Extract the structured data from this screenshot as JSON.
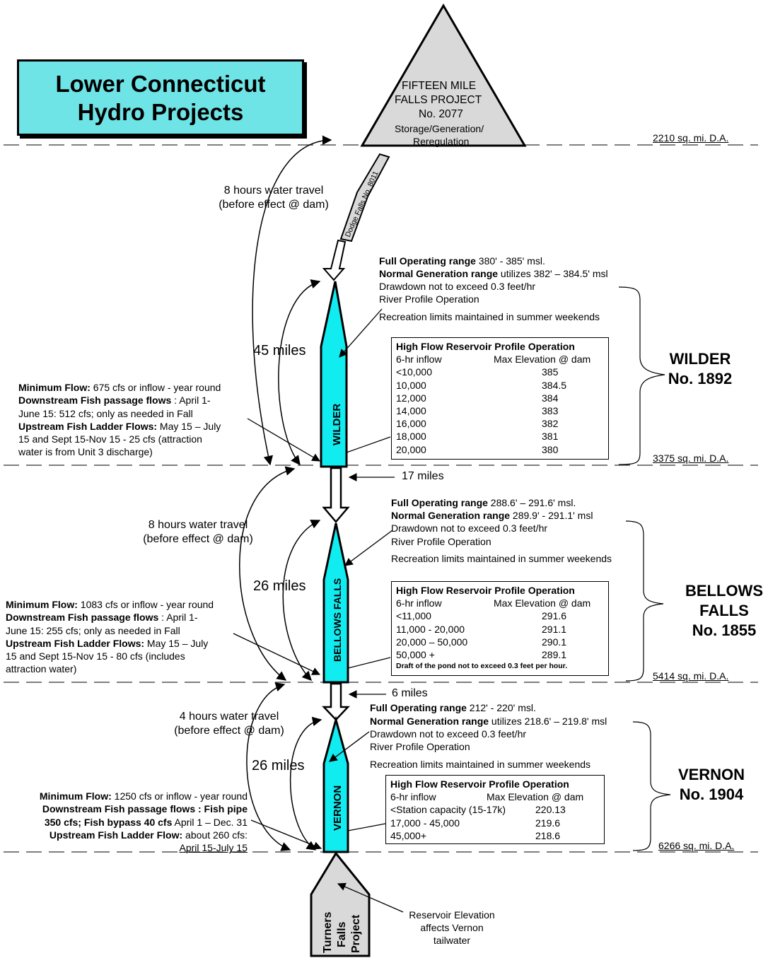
{
  "title": "Lower Connecticut Hydro Projects",
  "title_lines": [
    "Lower Connecticut",
    "Hydro Projects"
  ],
  "colors": {
    "title_fill": "#6ee4e6",
    "dam_fill": "#11ecf0",
    "gray_fill": "#d9d9d9"
  },
  "fifteen_mile": {
    "lines": [
      "FIFTEEN MILE",
      "FALLS PROJECT",
      "No. 2077",
      "Storage/Generation/",
      "Reregulation"
    ]
  },
  "dodge_falls": "Dodge Falls No. 8011",
  "turners_falls": [
    "Turners",
    "Falls",
    "Project"
  ],
  "turners_note": [
    "Reservoir Elevation",
    "affects Vernon",
    "tailwater"
  ],
  "drainage": {
    "top": "2210 sq. mi. D.A.",
    "wilder": "3375 sq. mi. D.A.",
    "bellows": "5414 sq. mi. D.A.",
    "vernon": "6266 sq. mi. D.A."
  },
  "segments": {
    "wilder_to_bellows": "17 miles",
    "bellows_to_vernon": "6 miles"
  },
  "wilder": {
    "dam_label": "WILDER",
    "name_lines": [
      "WILDER",
      "No. 1892"
    ],
    "travel": [
      "8 hours water travel",
      "(before effect @ dam)"
    ],
    "miles": "45 miles",
    "ops": {
      "full_label": "Full Operating range",
      "full_value": " 380' - 385' msl.",
      "normal_label": "Normal Generation range",
      "normal_value": " utilizes 382' – 384.5' msl",
      "drawdown": "Drawdown not to exceed 0.3 feet/hr",
      "profile": "River Profile Operation",
      "recreation": "Recreation limits maintained in summer weekends"
    },
    "table": {
      "title": "High Flow Reservoir Profile Operation",
      "col1": "6-hr inflow",
      "col2": "Max Elevation @ dam",
      "rows": [
        [
          "<10,000",
          "385"
        ],
        [
          "10,000",
          "384.5"
        ],
        [
          "12,000",
          "384"
        ],
        [
          "14,000",
          "383"
        ],
        [
          "16,000",
          "382"
        ],
        [
          "18,000",
          "381"
        ],
        [
          "20,000",
          "380"
        ]
      ]
    },
    "flows": {
      "min_label": "Minimum Flow:",
      "min_value": "  675 cfs or inflow - year round",
      "down_label": "Downstream Fish passage flows",
      "down_value": " : April 1-",
      "down_cont": "June 15: 512 cfs; only as needed in Fall",
      "up_label": "Upstream Fish Ladder Flows:",
      "up_value": "  May 15 – July",
      "up_cont1": "15 and Sept 15-Nov 15 - 25 cfs (attraction",
      "up_cont2": "water is from Unit 3 discharge)"
    }
  },
  "bellows": {
    "dam_label": "BELLOWS FALLS",
    "name_lines": [
      "BELLOWS",
      "FALLS",
      "No. 1855"
    ],
    "travel": [
      "8 hours water travel",
      "(before effect @ dam)"
    ],
    "miles": "26 miles",
    "ops": {
      "full_label": "Full Operating range",
      "full_value": " 288.6' – 291.6' msl.",
      "normal_label": "Normal Generation range",
      "normal_value": " 289.9' - 291.1' msl",
      "drawdown": "Drawdown not to exceed 0.3 feet/hr",
      "profile": "River Profile Operation",
      "recreation": "Recreation limits maintained in summer weekends"
    },
    "table": {
      "title": "High Flow Reservoir Profile Operation",
      "col1": "6-hr inflow",
      "col2": "Max Elevation @ dam",
      "rows": [
        [
          "<11,000",
          "291.6"
        ],
        [
          "11,000 - 20,000",
          "291.1"
        ],
        [
          "20,000 – 50,000",
          "290.1"
        ],
        [
          "50,000 +",
          "289.1"
        ]
      ],
      "note": "Draft of the pond not to exceed 0.3 feet per hour."
    },
    "flows": {
      "min_label": "Minimum Flow:",
      "min_value": "  1083 cfs or inflow - year round",
      "down_label": "Downstream Fish passage flows",
      "down_value": " : April 1-",
      "down_cont": "June 15: 255 cfs; only as needed in Fall",
      "up_label": "Upstream Fish Ladder Flows:",
      "up_value": "  May 15 – July",
      "up_cont1": "15 and Sept 15-Nov 15 - 80 cfs (includes",
      "up_cont2": "attraction water)"
    }
  },
  "vernon": {
    "dam_label": "VERNON",
    "name_lines": [
      "VERNON",
      "No. 1904"
    ],
    "travel": [
      "4 hours water travel",
      "(before effect @ dam)"
    ],
    "miles": "26 miles",
    "ops": {
      "full_label": "Full Operating range",
      "full_value": " 212' - 220' msl.",
      "normal_label": "Normal Generation range",
      "normal_value": " utilizes 218.6' – 219.8' msl",
      "drawdown": "Drawdown not to exceed 0.3 feet/hr",
      "profile": "River Profile Operation",
      "recreation": "Recreation limits maintained in summer weekends"
    },
    "table": {
      "title": "High Flow Reservoir Profile Operation",
      "col1": "6-hr inflow",
      "col2": "Max Elevation @ dam",
      "rows": [
        [
          "<Station capacity (15-17k)",
          "220.13"
        ],
        [
          "17,000 - 45,000",
          "219.6"
        ],
        [
          "45,000+",
          "218.6"
        ]
      ]
    },
    "flows": {
      "min_label": "Minimum Flow:",
      "min_value": "  1250 cfs or inflow - year round",
      "down_label": "Downstream Fish passage flows : Fish pipe",
      "line3": "350 cfs; Fish bypass 40 cfs",
      "line3_value": " April 1 – Dec. 31",
      "up_label": "Upstream Fish Ladder Flow:",
      "up_value": " about 260 cfs:",
      "up_cont1": "April 15-July 15"
    }
  }
}
